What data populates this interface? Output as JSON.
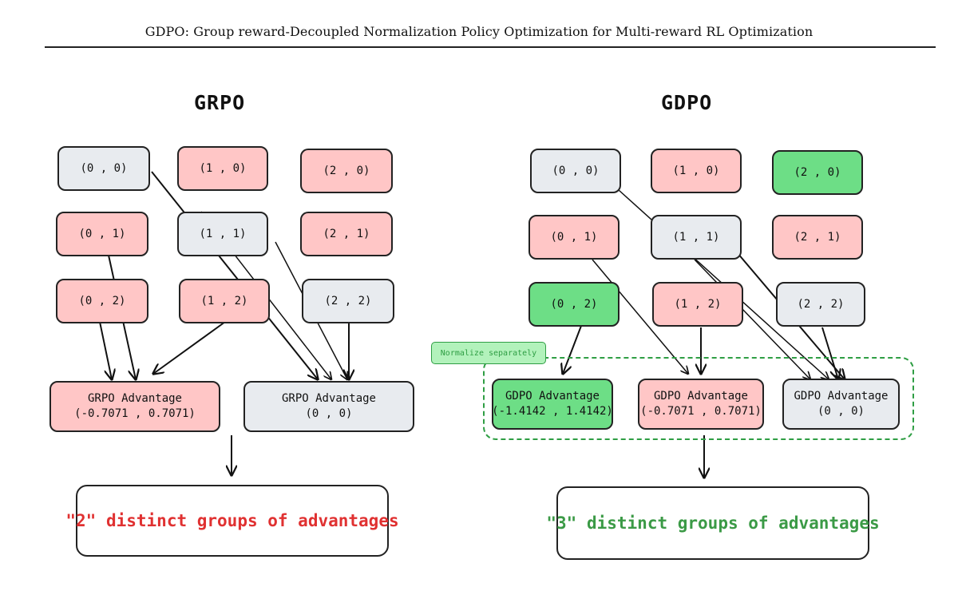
{
  "header": {
    "title": "GDPO: Group reward-Decoupled Normalization Policy Optimization for Multi-reward RL Optimization"
  },
  "grpo": {
    "title": "GRPO",
    "rewards": {
      "r00": "(0 , 0)",
      "r10": "(1 , 0)",
      "r20": "(2 , 0)",
      "r01": "(0 , 1)",
      "r11": "(1 , 1)",
      "r21": "(2 , 1)",
      "r02": "(0 , 2)",
      "r12": "(1 , 2)",
      "r22": "(2 , 2)"
    },
    "advantage_1": "GRPO Advantage\n(-0.7071 , 0.7071)",
    "advantage_2": "GRPO Advantage\n(0 , 0)",
    "result": "\"2\" distinct groups of advantages"
  },
  "gdpo": {
    "title": "GDPO",
    "rewards": {
      "r00": "(0 , 0)",
      "r10": "(1 , 0)",
      "r20": "(2 , 0)",
      "r01": "(0 , 1)",
      "r11": "(1 , 1)",
      "r21": "(2 , 1)",
      "r02": "(0 , 2)",
      "r12": "(1 , 2)",
      "r22": "(2 , 2)"
    },
    "normalize_label": "Normalize separately",
    "advantage_1": "GDPO Advantage\n(-1.4142 , 1.4142)",
    "advantage_2": "GDPO Advantage\n(-0.7071 , 0.7071)",
    "advantage_3": "GDPO Advantage\n(0 , 0)",
    "result": "\"3\" distinct groups of advantages"
  },
  "colors": {
    "penalized": "#ffc6c6",
    "neutral": "#e8ebef",
    "high": "#6dde86",
    "accent_red": "#e03131",
    "accent_green": "#2f9e44"
  }
}
